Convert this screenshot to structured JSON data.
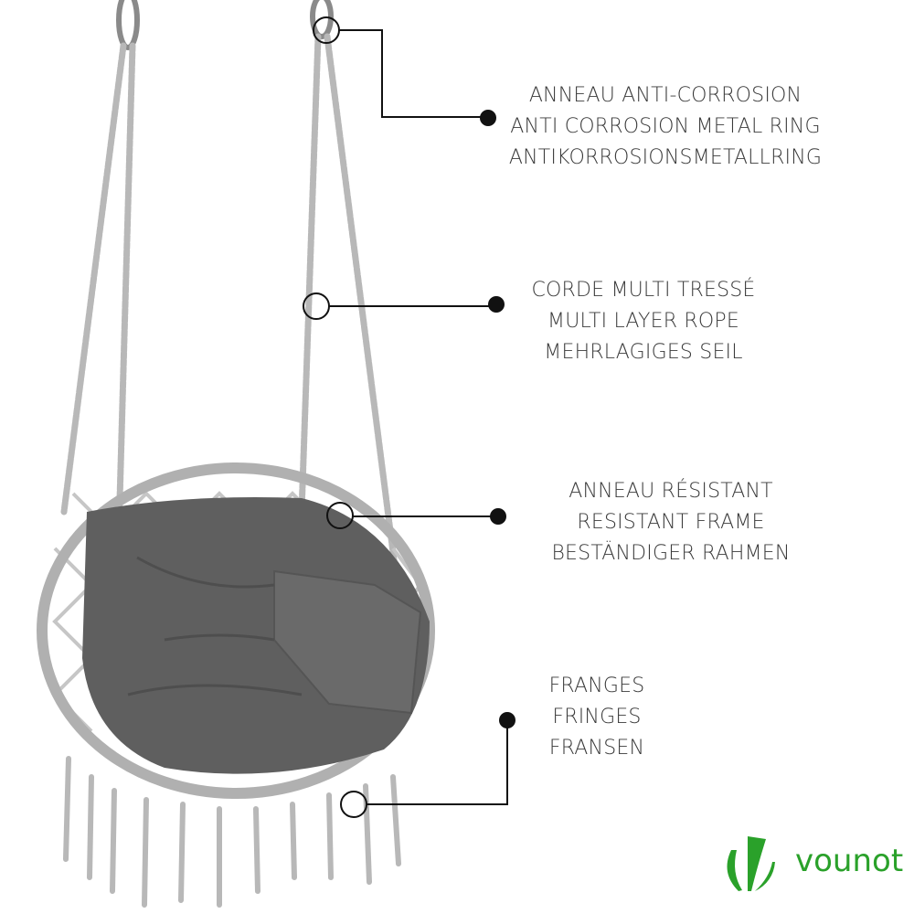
{
  "annotations": [
    {
      "fr": "ANNEAU ANTI-CORROSION",
      "en": "ANTI CORROSION METAL RING",
      "de": "ANTIKORROSIONSMETALLRING"
    },
    {
      "fr": "CORDE MULTI TRESSÉ",
      "en": "MULTI LAYER ROPE",
      "de": "MEHRLAGIGES SEIL"
    },
    {
      "fr": "ANNEAU RÉSISTANT",
      "en": "RESISTANT FRAME",
      "de": "BESTÄNDIGER RAHMEN"
    },
    {
      "fr": "FRANGES",
      "en": "FRINGES",
      "de": "FRANSEN"
    }
  ],
  "brand": {
    "name": "vounot",
    "color": "#2aa12a"
  },
  "colors": {
    "rope": "#b5b5b5",
    "cushion": "#5e5e5e",
    "text": "#3a3a3a"
  }
}
